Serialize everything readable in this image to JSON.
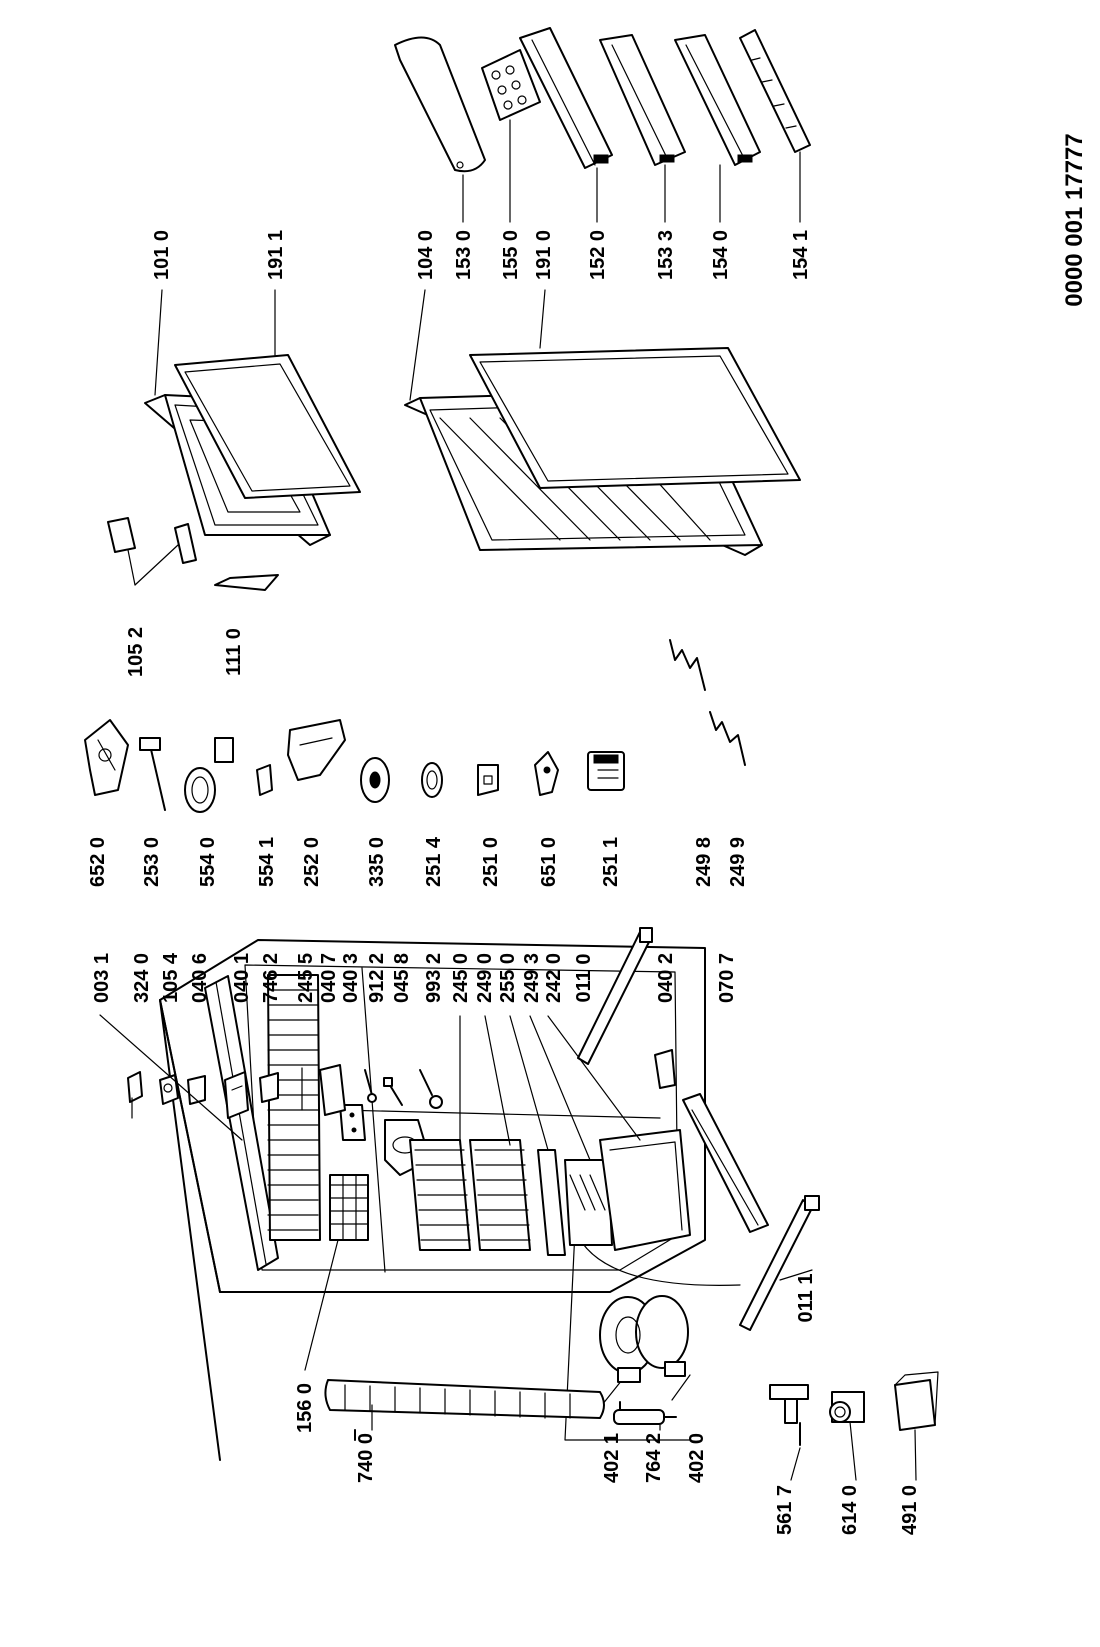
{
  "diagram": {
    "drawing_code": "0000 001 17777",
    "labels": {
      "p0031": "003 1",
      "p3240": "324 0",
      "p1054": "105 4",
      "p0406": "040 6",
      "p0401": "040 1",
      "p7462": "746 2",
      "p2455": "245 5",
      "p0407": "040 7",
      "p0403": "040 3",
      "p9122": "912 2",
      "p0458": "045 8",
      "p9932": "993 2",
      "p2450": "245 0",
      "p2490": "249 0",
      "p2550": "255 0",
      "p2493": "249 3",
      "p2420": "242 0",
      "p0110": "011 0",
      "p0402": "040 2",
      "p0707": "070 7",
      "p0111": "011 1",
      "p1560": "156 0",
      "p7400": "740 0",
      "p4021": "402 1",
      "p7642": "764 2",
      "p4020": "402 0",
      "p5617": "561 7",
      "p6140": "614 0",
      "p4910": "491 0",
      "p6520": "652 0",
      "p2530": "253 0",
      "p5540": "554 0",
      "p5541": "554 1",
      "p2520": "252 0",
      "p3350": "335 0",
      "p2514": "251 4",
      "p2510": "251 0",
      "p6510": "651 0",
      "p2511": "251 1",
      "p2498": "249 8",
      "p2499": "249 9",
      "p1052": "105 2",
      "p1110": "111 0",
      "p1010": "101 0",
      "p1911": "191 1",
      "p1040": "104 0",
      "p1530": "153 0",
      "p1550": "155 0",
      "p1910": "191 0",
      "p1520": "152 0",
      "p1533": "153 3",
      "p1540": "154 0",
      "p1541": "154 1"
    }
  }
}
